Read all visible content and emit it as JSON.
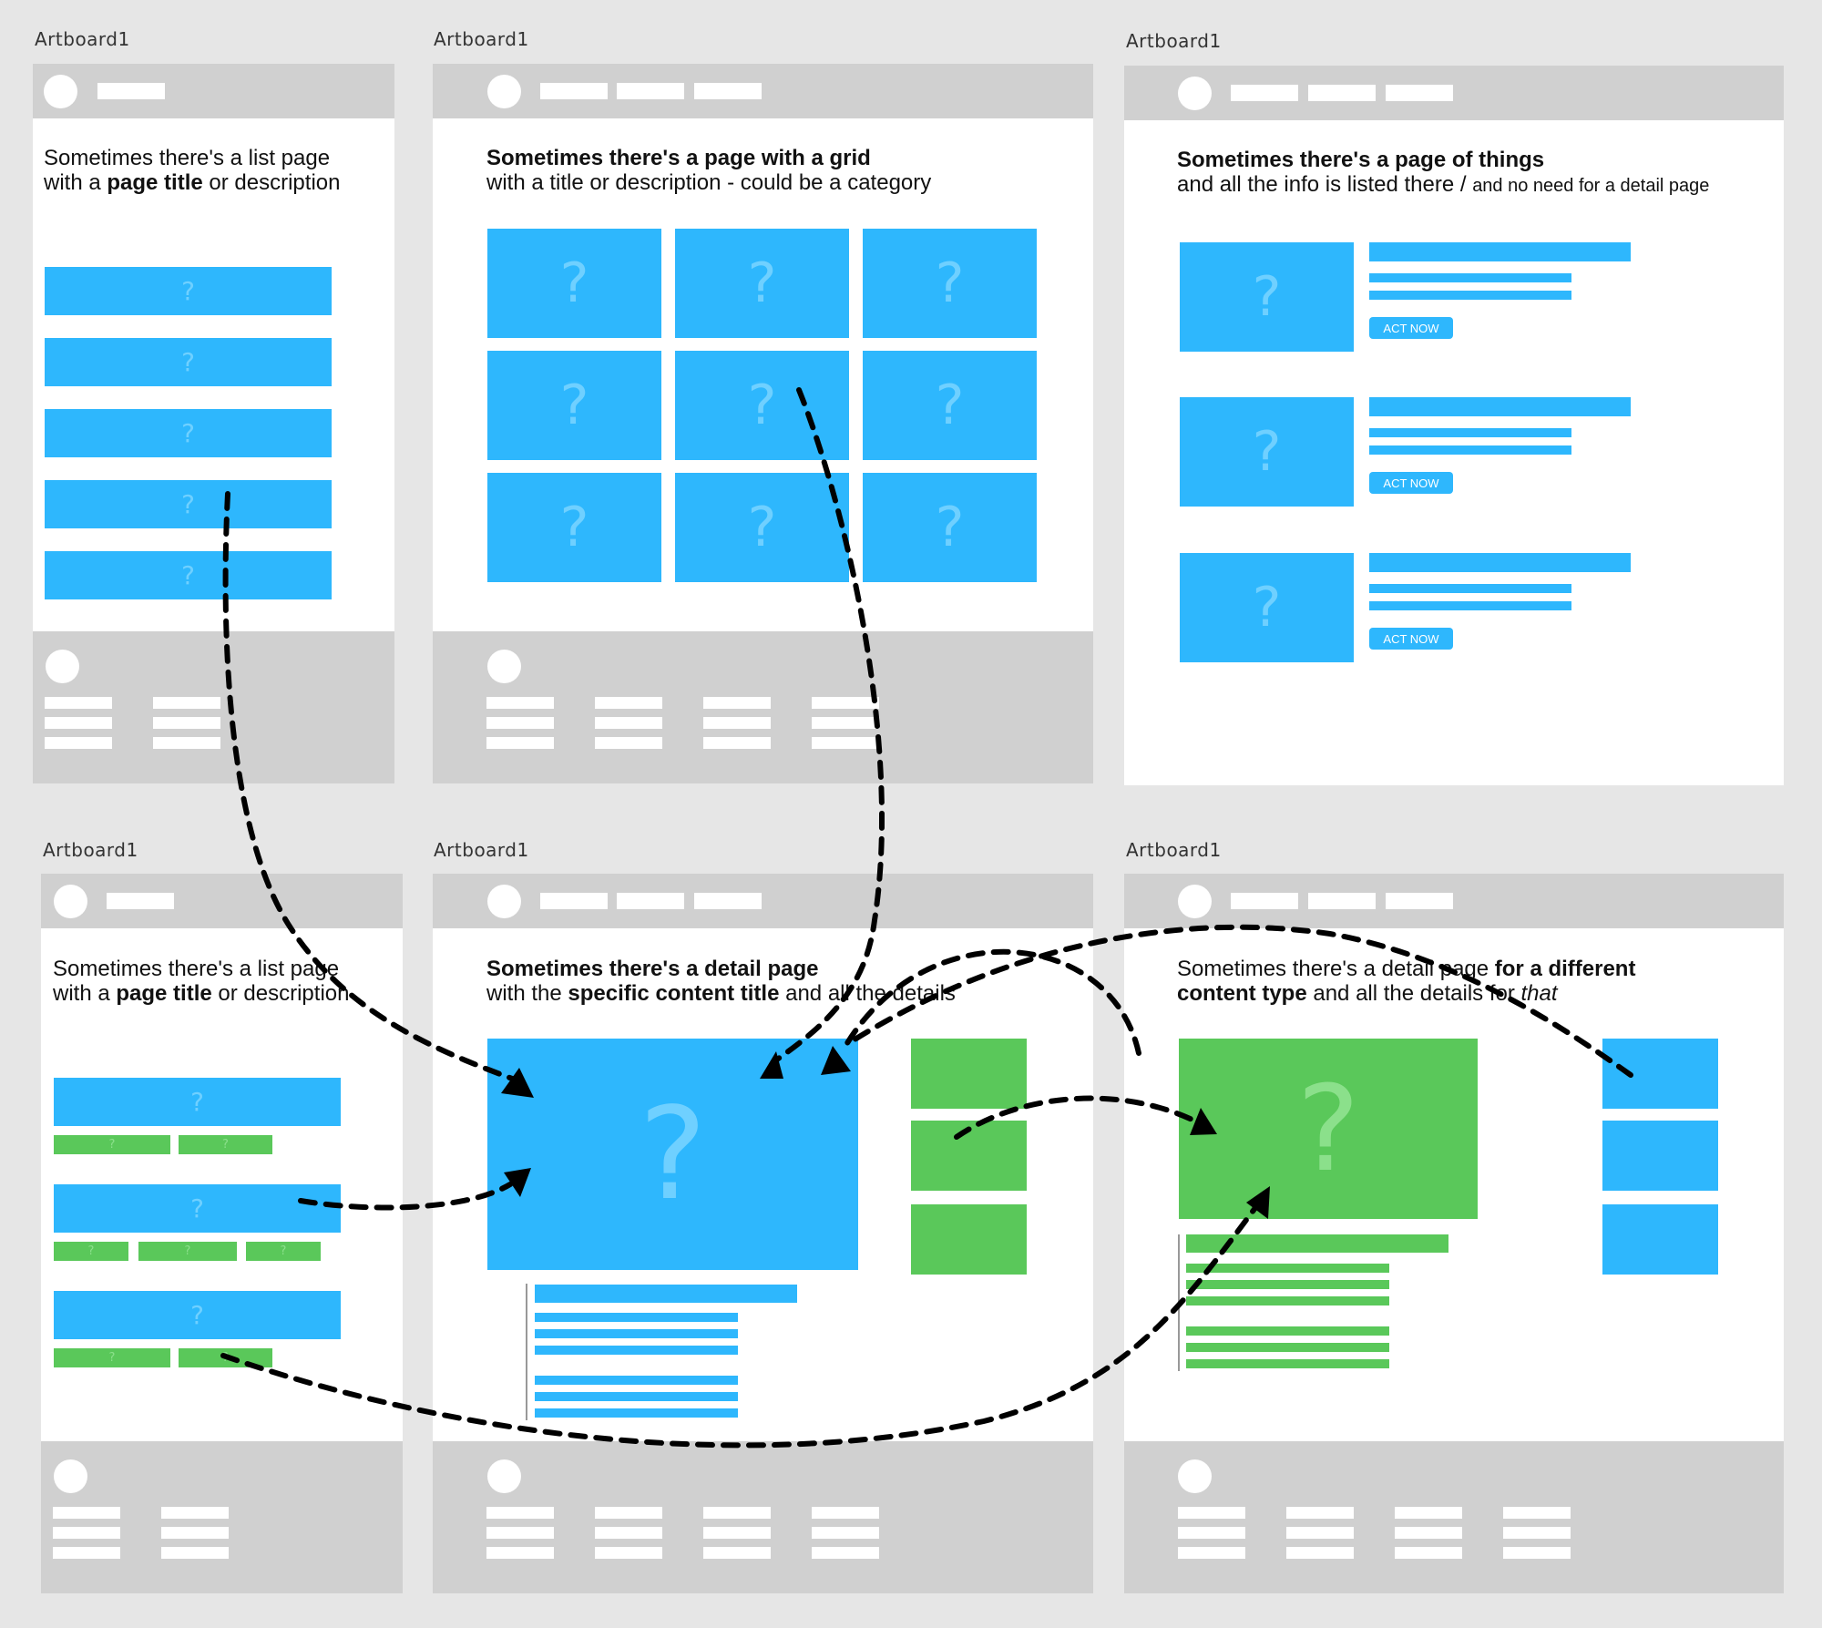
{
  "artboard_label": "Artboard1",
  "placeholder": "?",
  "button_label": "ACT NOW",
  "colors": {
    "blue": "#2eb7fd",
    "green": "#5ac85a",
    "gray": "#d0d0d0",
    "background": "#e6e6e6"
  },
  "panels": {
    "list1": {
      "line1": "Sometimes there's a list page",
      "line2_pre": "with a ",
      "line2_bold": "page title",
      "line2_post": " or description"
    },
    "grid": {
      "line1_bold": "Sometimes there's a page with a grid",
      "line2": "with a title or description - could be a category"
    },
    "things": {
      "line1_bold": "Sometimes there's a page of things",
      "line2": "and all the info is listed there / ",
      "line2_small": "and no need for a detail page"
    },
    "list2": {
      "line1": "Sometimes there's a list page",
      "line2_pre": "with a ",
      "line2_bold": "page title",
      "line2_post": " or description"
    },
    "detail": {
      "line1_bold": "Sometimes there's a detail page",
      "line2_pre": "with the ",
      "line2_bold": "specific content title",
      "line2_post": " and all the details"
    },
    "detail2": {
      "line1_pre": "Sometimes there's a detail page ",
      "line1_bold": "for a different",
      "line2_bold": "content type",
      "line2_mid": " and all the details for ",
      "line2_italic": "that"
    }
  }
}
